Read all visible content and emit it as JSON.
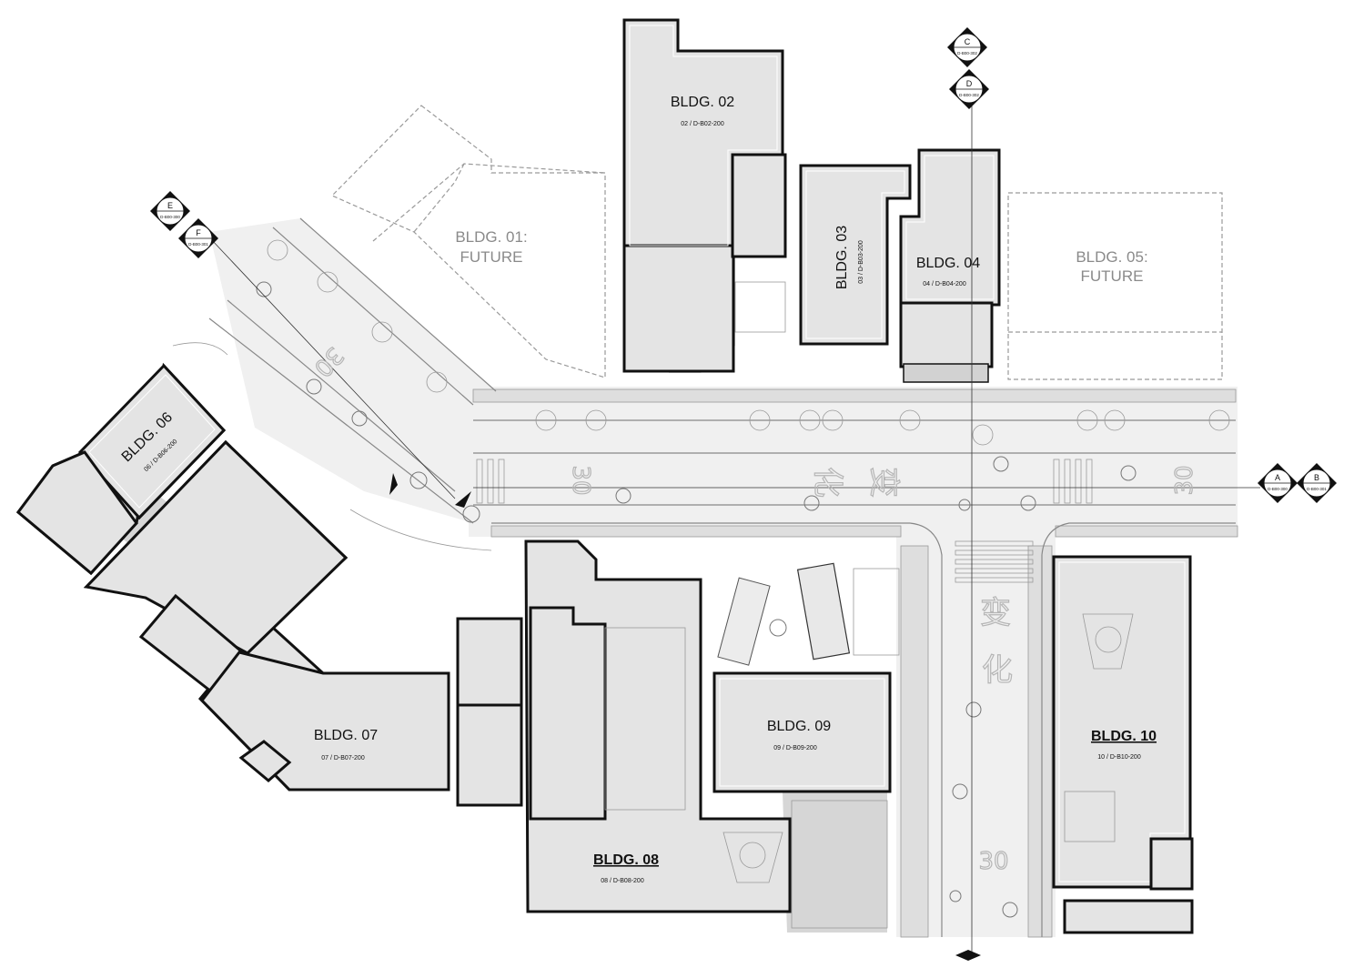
{
  "buildings": [
    {
      "id": "01",
      "title": "BLDG. 01:",
      "subtitle": "FUTURE"
    },
    {
      "id": "02",
      "title": "BLDG. 02",
      "ref": "02 / D-B02-200"
    },
    {
      "id": "03",
      "title": "BLDG. 03",
      "ref": "03 / D-B03-200"
    },
    {
      "id": "04",
      "title": "BLDG. 04",
      "ref": "04 / D-B04-200"
    },
    {
      "id": "05",
      "title": "BLDG. 05:",
      "subtitle": "FUTURE"
    },
    {
      "id": "06",
      "title": "BLDG. 06",
      "ref": "06 / D-B06-200"
    },
    {
      "id": "07",
      "title": "BLDG. 07",
      "ref": "07 / D-B07-200"
    },
    {
      "id": "08",
      "title": "BLDG. 08",
      "ref": "08 / D-B08-200"
    },
    {
      "id": "09",
      "title": "BLDG. 09",
      "ref": "09 / D-B09-200"
    },
    {
      "id": "10",
      "title": "BLDG. 10",
      "ref": "10 / D-B10-200"
    }
  ],
  "section_tags": [
    {
      "letter": "C",
      "sheet": "D-B00-302"
    },
    {
      "letter": "D",
      "sheet": "D-B00-302"
    },
    {
      "letter": "E",
      "sheet": "D-B00-300"
    },
    {
      "letter": "F",
      "sheet": "D-B00-301"
    },
    {
      "letter": "A",
      "sheet": "D-B00-300"
    },
    {
      "letter": "B",
      "sheet": "D-B00-301"
    }
  ],
  "pavement_markings": {
    "speed_a": "30",
    "speed_b": "30",
    "speed_c": "30",
    "speed_d": "30",
    "glyph_a": "化",
    "glyph_b": "变",
    "glyph_c": "变",
    "glyph_d": "化"
  },
  "colors": {
    "outline": "#111111",
    "fill": "#e4e4e4",
    "future": "#9a9a9a"
  }
}
